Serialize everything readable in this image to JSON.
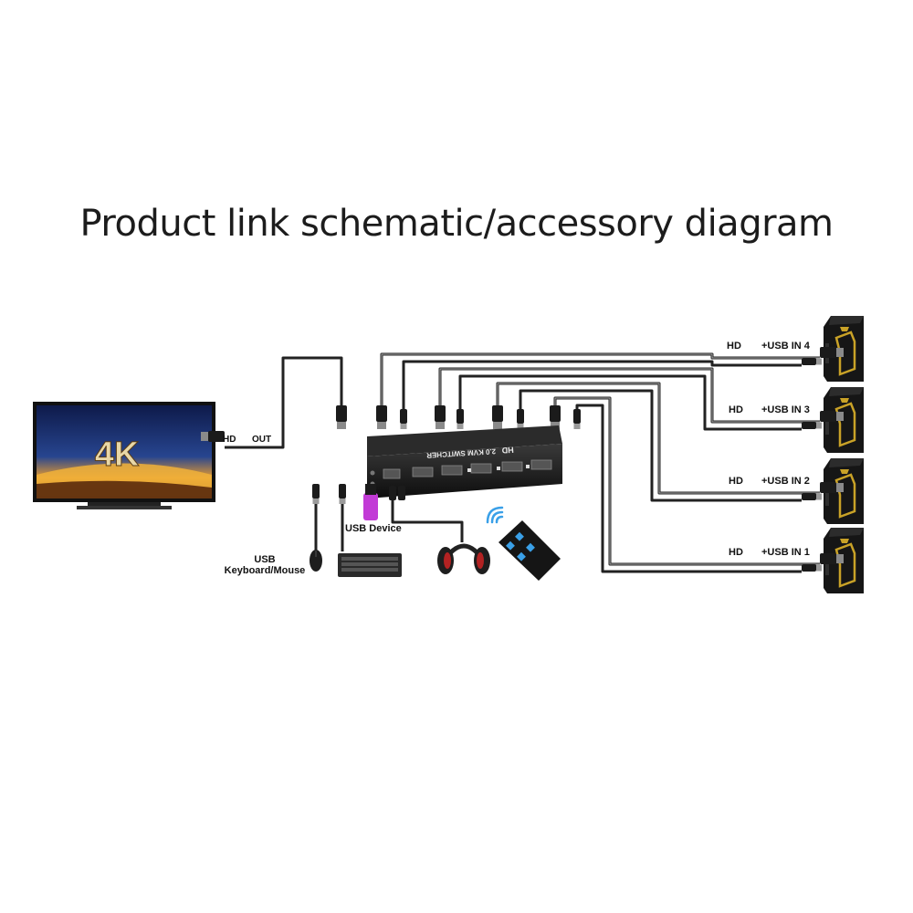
{
  "title": "Product link schematic/accessory diagram",
  "tv": {
    "badge": "4K"
  },
  "labels": {
    "hd_out_hd": "HD",
    "hd_out_out": "OUT",
    "usb_kbm_line1": "USB",
    "usb_kbm_line2": "Keyboard/Mouse",
    "usb_device": "USB Device",
    "switcher_brand": "HD",
    "switcher_name": "2.0 KVM SWITCHER"
  },
  "inputs": [
    {
      "hd": "HD",
      "usb": "+USB IN 4"
    },
    {
      "hd": "HD",
      "usb": "+USB IN 3"
    },
    {
      "hd": "HD",
      "usb": "+USB IN 2"
    },
    {
      "hd": "HD",
      "usb": "+USB IN 1"
    }
  ],
  "colors": {
    "cable": "#222222",
    "device_body": "#1a1a1a",
    "pc_accent": "#c9a227",
    "screen_sky": "#1a2d6b",
    "screen_glow": "#f1b23a",
    "usb_stick": "#c23bd6",
    "remote_buttons": "#3aa0e8"
  }
}
